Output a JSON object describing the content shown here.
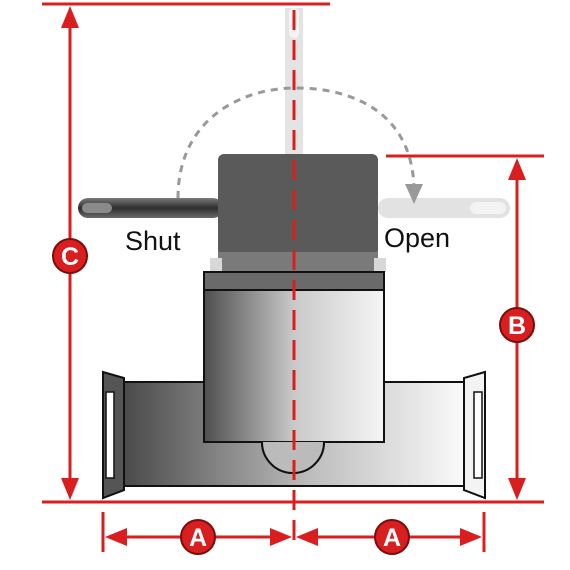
{
  "labels": {
    "shut": "Shut",
    "open": "Open"
  },
  "dimensions": {
    "a": "A",
    "b": "B",
    "c": "C"
  },
  "colors": {
    "dimension": "#d81e1e",
    "body_dark": "#5a5a5a",
    "handle_dark": "#4d4d4d",
    "handle_light": "#e2e2e2",
    "arc": "#999999"
  }
}
